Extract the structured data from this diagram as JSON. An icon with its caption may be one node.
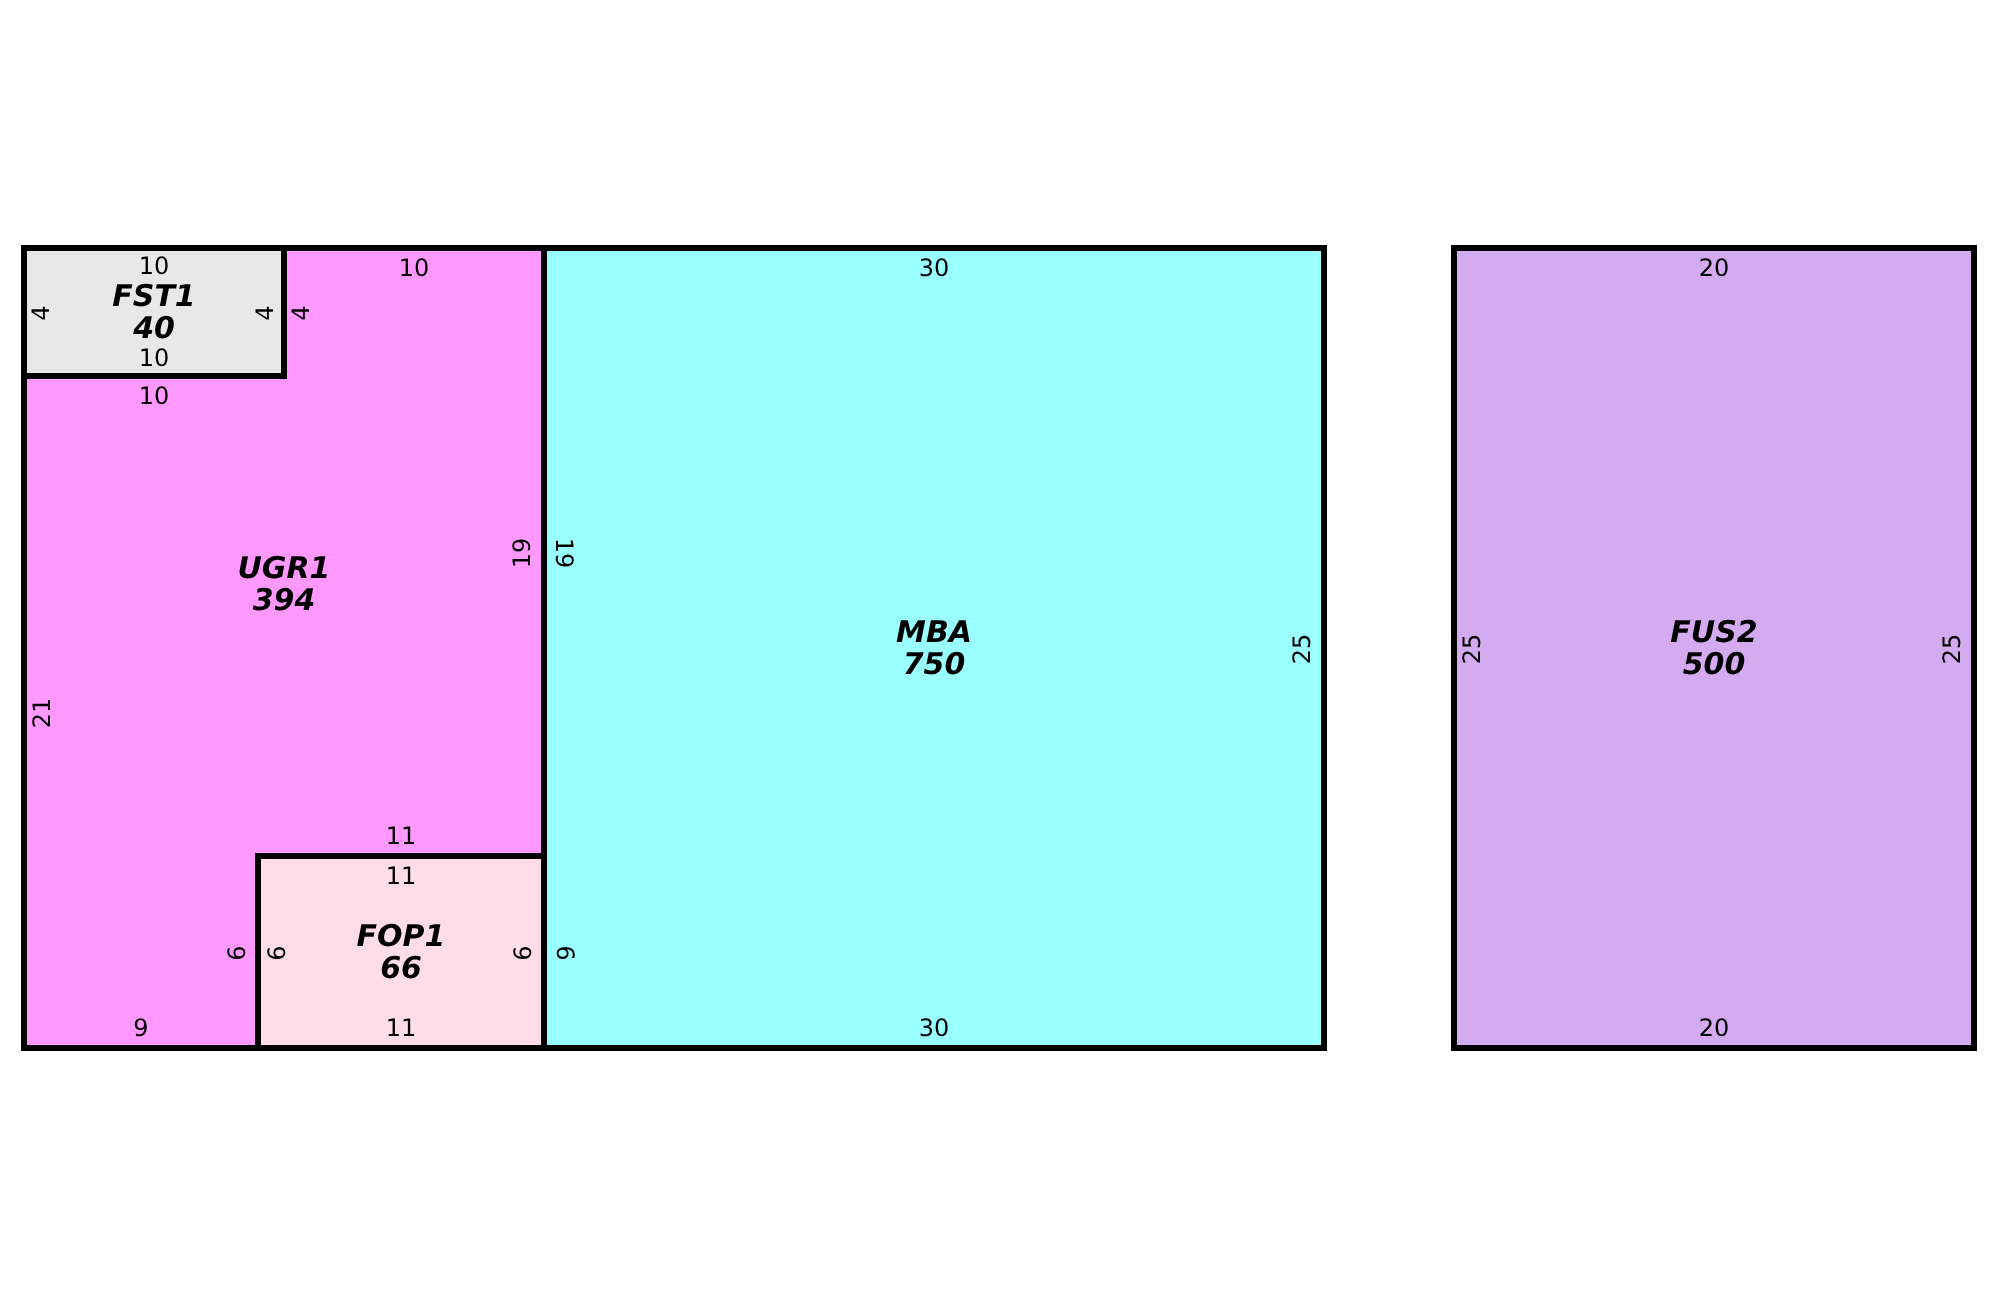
{
  "diagram": {
    "nodes": [
      {
        "text": [
          "FST1",
          "40"
        ]
      },
      {
        "text": [
          "UGR1",
          "394"
        ]
      },
      {
        "text": [
          "FOP1",
          "66"
        ]
      },
      {
        "text": [
          "MBA",
          "750"
        ]
      },
      {
        "text": [
          "FUS2",
          "500"
        ]
      }
    ],
    "labels": [
      "10",
      "4",
      "4",
      "10",
      "4",
      "10",
      "10",
      "19",
      "21",
      "11",
      "6",
      "9",
      "11",
      "6",
      "6",
      "11",
      "30",
      "19",
      "6",
      "25",
      "30",
      "20",
      "25",
      "25",
      "20"
    ]
  }
}
